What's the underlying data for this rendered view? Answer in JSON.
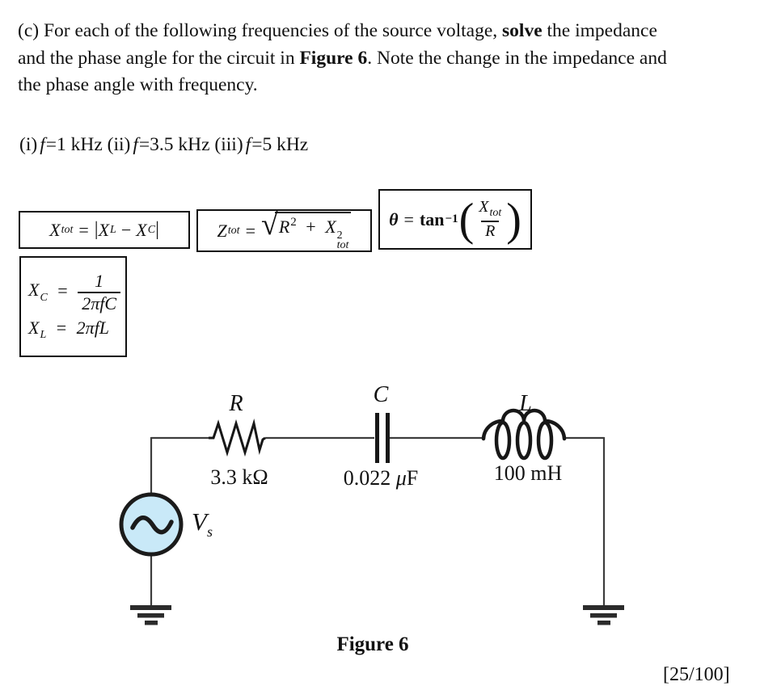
{
  "page": {
    "marks": "[25/100]"
  },
  "colors": {
    "source_fill": "#c9e9f8",
    "wire": "#3d3d3d",
    "component": "#171717"
  },
  "paragraph": {
    "line1": {
      "a": "(c) For each of the following frequencies of the source voltage, ",
      "b": "solve",
      "c": " the impedance"
    },
    "line2": {
      "a": "and the phase angle for the circuit in ",
      "b": "Figure 6",
      "c": ". Note the change in the impedance and"
    },
    "line3": {
      "a": "the phase angle with frequency."
    }
  },
  "frequencies": {
    "i1": "(i)",
    "f1": "f",
    "v1": "=1 kHz",
    "i2": "(ii)",
    "f2": "f",
    "v2": "=3.5 kHz",
    "i3": "(iii)",
    "f3": "f",
    "v3": "=5 kHz"
  },
  "formulas": {
    "box1": {
      "lhs": "X",
      "lhs_sub": "tot",
      "eq": "=",
      "abs_open": "|",
      "t1": "X",
      "t1_sub": "L",
      "minus": "−",
      "t2": "X",
      "t2_sub": "C",
      "abs_close": "|"
    },
    "box2": {
      "lhs": "Z",
      "lhs_sub": "tot",
      "eq": "=",
      "radical": "√",
      "r1": "R",
      "r1_sup": "2",
      "plus": "+",
      "r2": "X",
      "r2_sup": "2",
      "r2_sub": "tot"
    },
    "box3": {
      "lhs": "θ",
      "eq": "=",
      "fn": "tan",
      "fn_sup": "−1",
      "paren_open": "(",
      "num": "X",
      "num_sub": "tot",
      "den": "R",
      "paren_close": ")"
    },
    "box4": {
      "l1_lhs": "X",
      "l1_sub": "C",
      "l1_eq": "=",
      "l1_num": "1",
      "l1_den_a": "2",
      "l1_den_b": "πfC",
      "l2_lhs": "X",
      "l2_sub": "L",
      "l2_eq": "=",
      "l2_rhs_a": "2",
      "l2_rhs_b": "πfL"
    }
  },
  "circuit": {
    "resistor": {
      "label": "R",
      "value": "3.3 kΩ"
    },
    "capacitor": {
      "label": "C",
      "value_num": "0.022 ",
      "value_mu": "μ",
      "value_unit": "F"
    },
    "inductor": {
      "label": "L",
      "value": "100 mH"
    },
    "source": {
      "name": "V",
      "name_sub": "s"
    },
    "caption": "Figure 6"
  }
}
